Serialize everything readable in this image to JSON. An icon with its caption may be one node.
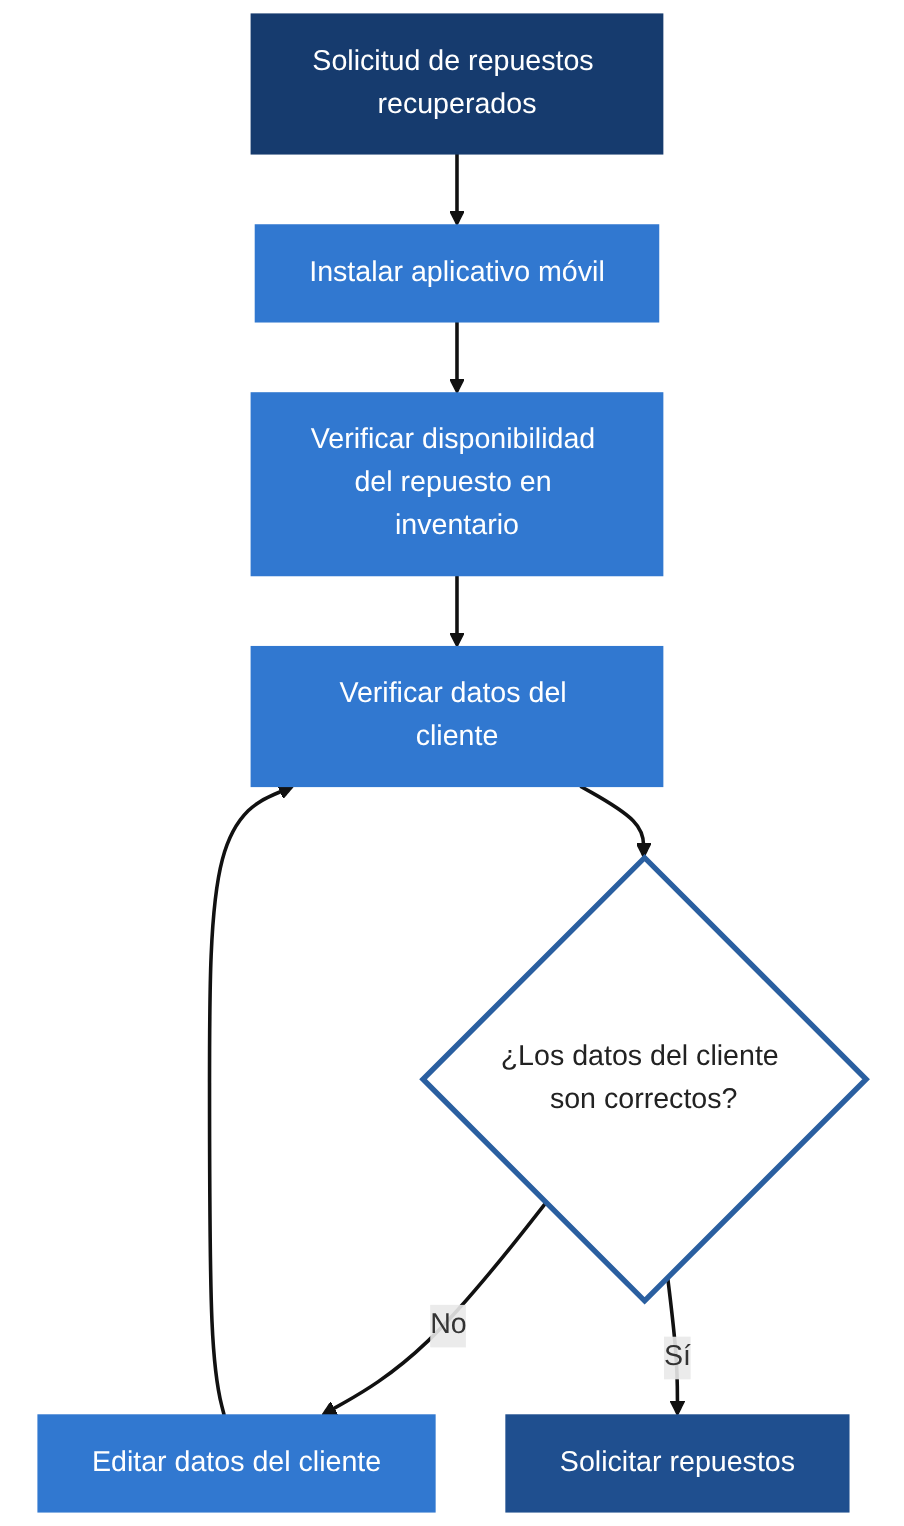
{
  "diagram": {
    "nodes": [
      {
        "text": [
          "Solicitud de repuestos recuperados"
        ]
      },
      {
        "text": [
          "Instalar aplicativo móvil"
        ]
      },
      {
        "text": [
          "Verificar disponibilidad del repuesto en inventario"
        ]
      },
      {
        "text": [
          "Verificar datos del cliente"
        ]
      },
      {
        "text": [
          "¿Los datos del cliente son correctos?"
        ]
      },
      {
        "text": [
          "Editar datos del cliente"
        ]
      },
      {
        "text": [
          "Solicitar repuestos"
        ]
      }
    ],
    "edges": [
      {
        "from": 0,
        "to": 1,
        "arrow": "to"
      },
      {
        "from": 1,
        "to": 2,
        "arrow": "to"
      },
      {
        "from": 2,
        "to": 3,
        "arrow": "to"
      },
      {
        "from": 3,
        "to": 4,
        "arrow": "to"
      },
      {
        "from": 4,
        "to": 5,
        "label": "No",
        "arrow": "to"
      },
      {
        "from": 5,
        "to": 3,
        "arrow": "to"
      },
      {
        "from": 4,
        "to": 6,
        "label": "Sí",
        "arrow": "to"
      }
    ]
  }
}
